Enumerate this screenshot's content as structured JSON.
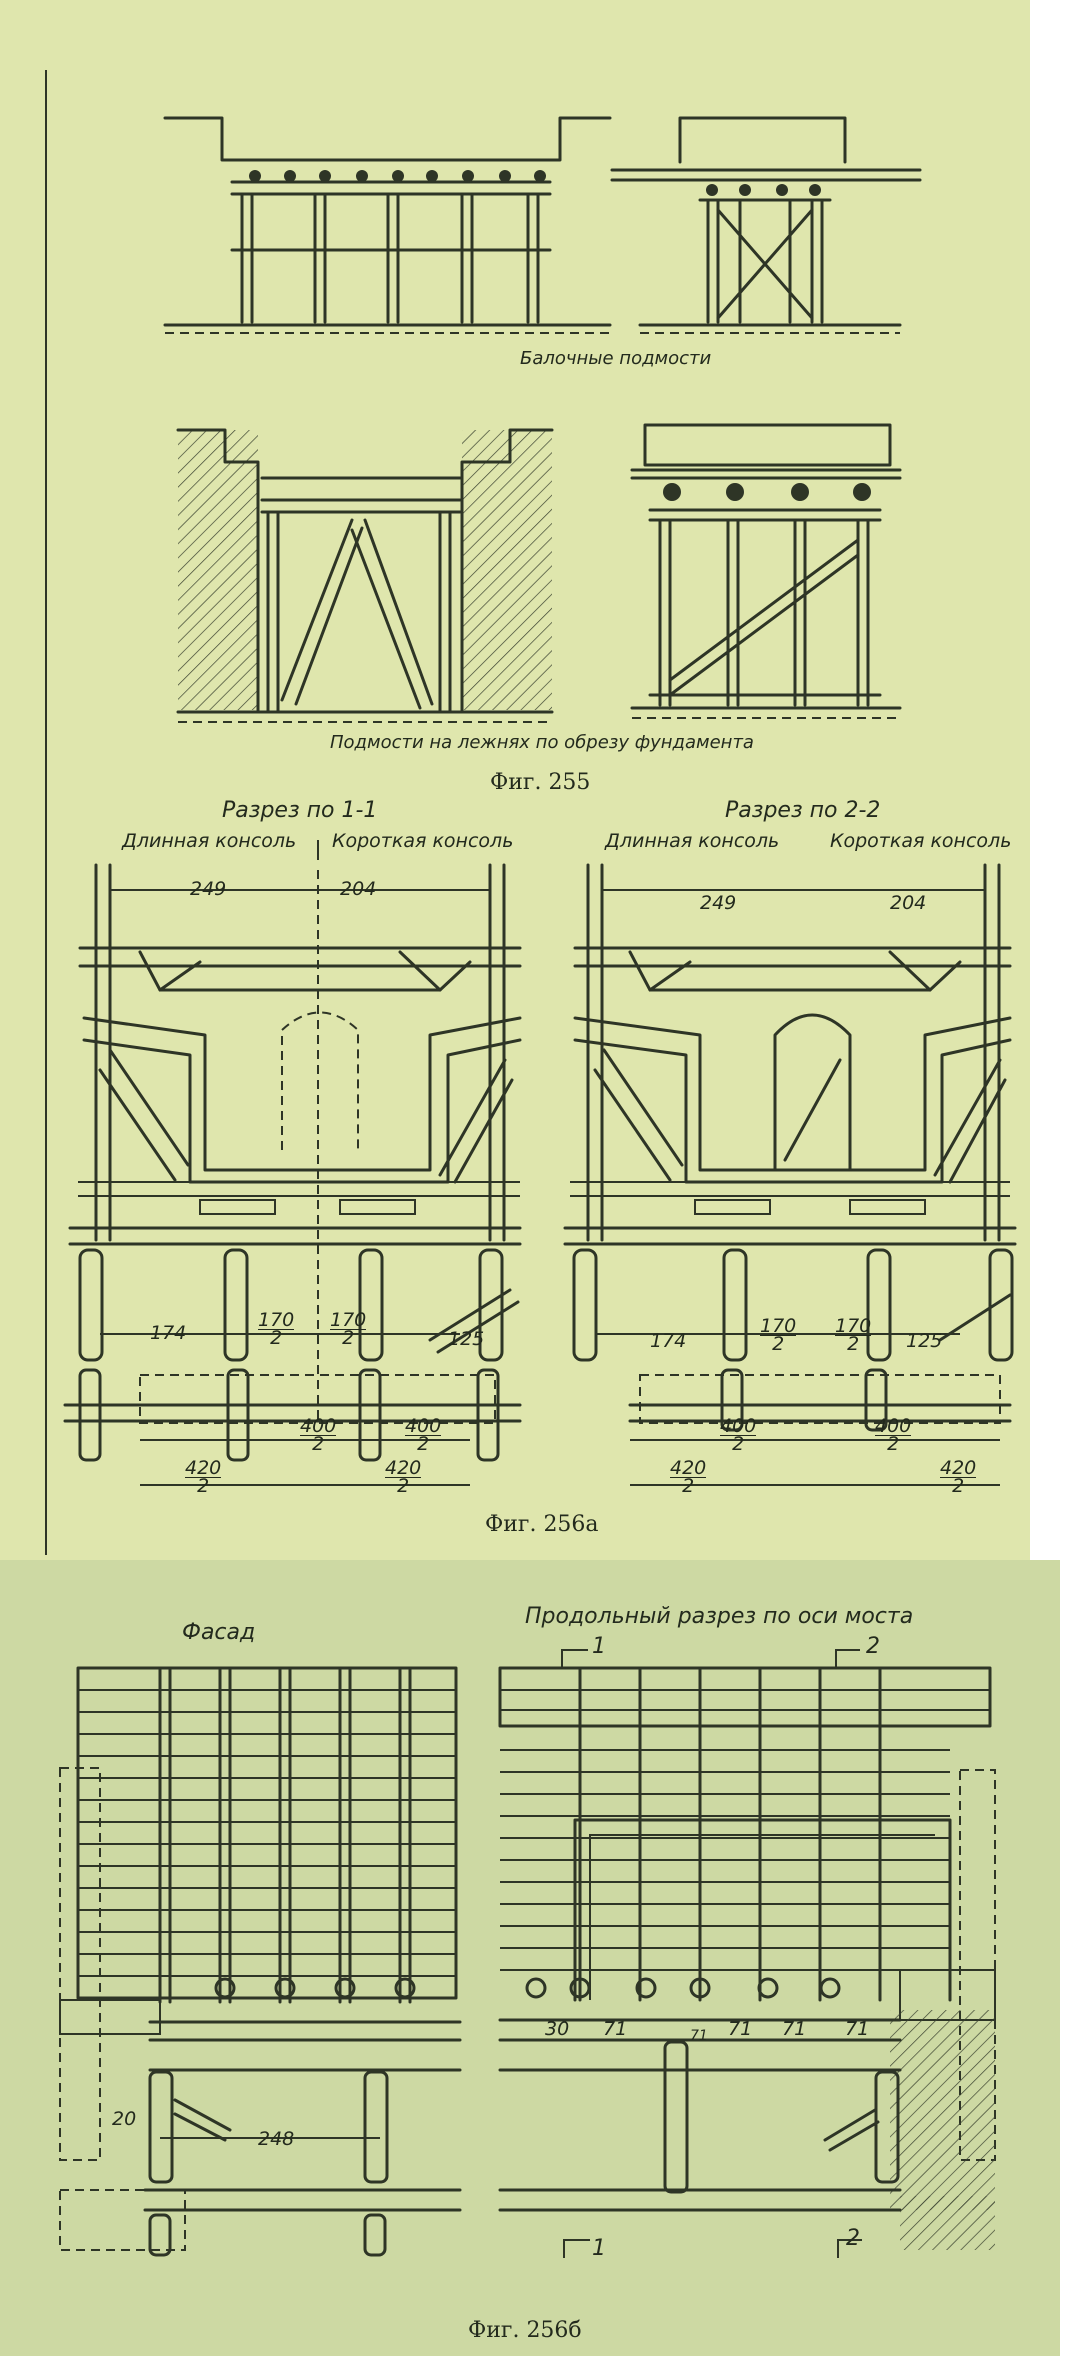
{
  "fig255": {
    "top_label": "Балочные подмости",
    "bottom_label": "Подмости на лежнях по обрезу фундамента",
    "caption": "Фиг. 255"
  },
  "fig256a": {
    "section1_title": "Разрез по 1-1",
    "section2_title": "Разрез по 2-2",
    "long_console": "Длинная консоль",
    "short_console": "Короткая консоль",
    "dim_249": "249",
    "dim_204": "204",
    "dim_174": "174",
    "dim_170": "170",
    "dim_125": "125",
    "dim_400": "400",
    "dim_420": "420",
    "dim_den": "2",
    "caption": "Фиг. 256а"
  },
  "fig256b": {
    "facade_title": "Фасад",
    "longitudinal_title": "Продольный разрез по оси моста",
    "mark_1": "1",
    "mark_2": "2",
    "dim_20": "20",
    "dim_248": "248",
    "dim_30": "30",
    "dim_71": "71",
    "caption": "Фиг. 256б"
  }
}
